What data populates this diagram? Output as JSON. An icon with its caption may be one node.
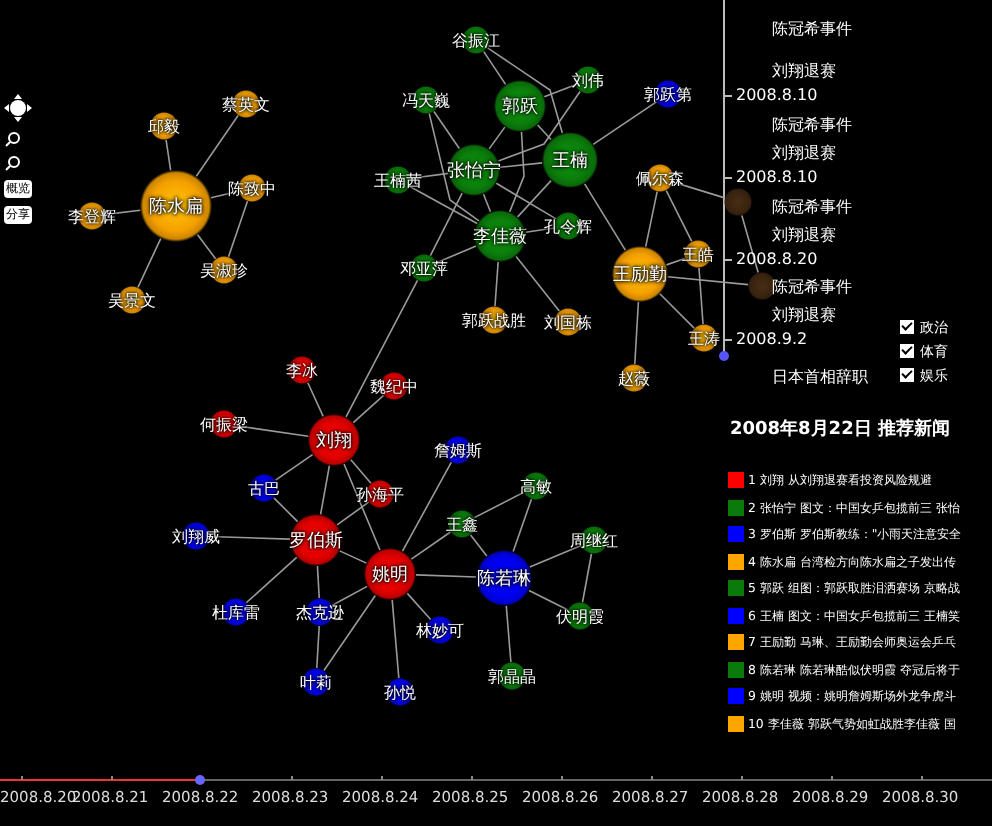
{
  "diagram": {
    "nodes": [
      {
        "text": [
          "陈水扁"
        ]
      },
      {
        "text": [
          "邱毅"
        ]
      },
      {
        "text": [
          "蔡英文"
        ]
      },
      {
        "text": [
          "李登辉"
        ]
      },
      {
        "text": [
          "陈致中"
        ]
      },
      {
        "text": [
          "吴淑珍"
        ]
      },
      {
        "text": [
          "吴景文"
        ]
      },
      {
        "text": [
          "谷振江"
        ]
      },
      {
        "text": [
          "刘伟"
        ]
      },
      {
        "text": [
          "冯天巍"
        ]
      },
      {
        "text": [
          "郭跃"
        ]
      },
      {
        "text": [
          "郭跃第"
        ]
      },
      {
        "text": [
          "张怡宁"
        ]
      },
      {
        "text": [
          "王楠"
        ]
      },
      {
        "text": [
          "王楠茜"
        ]
      },
      {
        "text": [
          "李佳薇"
        ]
      },
      {
        "text": [
          "孔令辉"
        ]
      },
      {
        "text": [
          "邓亚萍"
        ]
      },
      {
        "text": [
          "佩尔森"
        ]
      },
      {
        "text": [],
        "shape": "circle"
      },
      {
        "text": [
          "王励勤"
        ]
      },
      {
        "text": [
          "王皓"
        ]
      },
      {
        "text": [],
        "shape": "circle"
      },
      {
        "text": [
          "郭跃战胜"
        ]
      },
      {
        "text": [
          "刘国栋"
        ]
      },
      {
        "text": [
          "王涛"
        ]
      },
      {
        "text": [
          "赵薇"
        ]
      },
      {
        "text": [
          "李冰"
        ]
      },
      {
        "text": [
          "魏纪中"
        ]
      },
      {
        "text": [
          "何振梁"
        ]
      },
      {
        "text": [
          "刘翔"
        ]
      },
      {
        "text": [
          "古巴"
        ]
      },
      {
        "text": [
          "孙海平"
        ]
      },
      {
        "text": [
          "詹姆斯"
        ]
      },
      {
        "text": [
          "刘翔威"
        ]
      },
      {
        "text": [
          "罗伯斯"
        ]
      },
      {
        "text": [
          "王鑫"
        ]
      },
      {
        "text": [
          "高敏"
        ]
      },
      {
        "text": [
          "姚明"
        ]
      },
      {
        "text": [
          "陈若琳"
        ]
      },
      {
        "text": [
          "周继红"
        ]
      },
      {
        "text": [
          "杜库雷"
        ]
      },
      {
        "text": [
          "杰克逊"
        ]
      },
      {
        "text": [
          "林妙可"
        ]
      },
      {
        "text": [
          "伏明霞"
        ]
      },
      {
        "text": [
          "叶莉"
        ]
      },
      {
        "text": [
          "孙悦"
        ]
      },
      {
        "text": [
          "郭晶晶"
        ]
      }
    ],
    "edges": [
      {
        "from": 0,
        "to": 1,
        "arrow": "none"
      },
      {
        "from": 0,
        "to": 2,
        "arrow": "none"
      },
      {
        "from": 0,
        "to": 3,
        "arrow": "none"
      },
      {
        "from": 0,
        "to": 4,
        "arrow": "none"
      },
      {
        "from": 0,
        "to": 5,
        "arrow": "none"
      },
      {
        "from": 0,
        "to": 6,
        "arrow": "none"
      },
      {
        "from": 4,
        "to": 5,
        "arrow": "none"
      },
      {
        "from": 7,
        "to": 10,
        "arrow": "none"
      },
      {
        "from": 7,
        "to": 13,
        "arrow": "none"
      },
      {
        "from": 8,
        "to": 10,
        "arrow": "none"
      },
      {
        "from": 8,
        "to": 12,
        "arrow": "none"
      },
      {
        "from": 9,
        "to": 12,
        "arrow": "none"
      },
      {
        "from": 9,
        "to": 15,
        "arrow": "none"
      },
      {
        "from": 10,
        "to": 12,
        "arrow": "none"
      },
      {
        "from": 10,
        "to": 15,
        "arrow": "none"
      },
      {
        "from": 10,
        "to": 13,
        "arrow": "none"
      },
      {
        "from": 13,
        "to": 12,
        "arrow": "none"
      },
      {
        "from": 13,
        "to": 15,
        "arrow": "none"
      },
      {
        "from": 13,
        "to": 20,
        "arrow": "none"
      },
      {
        "from": 13,
        "to": 11,
        "arrow": "none"
      },
      {
        "from": 14,
        "to": 12,
        "arrow": "none"
      },
      {
        "from": 14,
        "to": 15,
        "arrow": "none"
      },
      {
        "from": 12,
        "to": 15,
        "arrow": "none"
      },
      {
        "from": 12,
        "to": 16,
        "arrow": "none"
      },
      {
        "from": 15,
        "to": 16,
        "arrow": "none"
      },
      {
        "from": 15,
        "to": 17,
        "arrow": "none"
      },
      {
        "from": 12,
        "to": 17,
        "arrow": "none"
      },
      {
        "from": 15,
        "to": 23,
        "arrow": "none"
      },
      {
        "from": 15,
        "to": 24,
        "arrow": "none"
      },
      {
        "from": 17,
        "to": 30,
        "arrow": "none"
      },
      {
        "from": 20,
        "to": 18,
        "arrow": "none"
      },
      {
        "from": 20,
        "to": 21,
        "arrow": "none"
      },
      {
        "from": 20,
        "to": 25,
        "arrow": "none"
      },
      {
        "from": 20,
        "to": 26,
        "arrow": "none"
      },
      {
        "from": 20,
        "to": 22,
        "arrow": "none"
      },
      {
        "from": 18,
        "to": 19,
        "arrow": "none"
      },
      {
        "from": 18,
        "to": 21,
        "arrow": "none"
      },
      {
        "from": 21,
        "to": 25,
        "arrow": "none"
      },
      {
        "from": 19,
        "to": 22,
        "arrow": "none"
      },
      {
        "from": 30,
        "to": 27,
        "arrow": "none"
      },
      {
        "from": 30,
        "to": 28,
        "arrow": "none"
      },
      {
        "from": 30,
        "to": 29,
        "arrow": "none"
      },
      {
        "from": 30,
        "to": 31,
        "arrow": "none"
      },
      {
        "from": 30,
        "to": 35,
        "arrow": "none"
      },
      {
        "from": 30,
        "to": 32,
        "arrow": "none"
      },
      {
        "from": 30,
        "to": 38,
        "arrow": "none"
      },
      {
        "from": 35,
        "to": 34,
        "arrow": "none"
      },
      {
        "from": 35,
        "to": 41,
        "arrow": "none"
      },
      {
        "from": 35,
        "to": 42,
        "arrow": "none"
      },
      {
        "from": 35,
        "to": 38,
        "arrow": "none"
      },
      {
        "from": 35,
        "to": 32,
        "arrow": "none"
      },
      {
        "from": 31,
        "to": 35,
        "arrow": "none"
      },
      {
        "from": 38,
        "to": 42,
        "arrow": "none"
      },
      {
        "from": 38,
        "to": 45,
        "arrow": "none"
      },
      {
        "from": 38,
        "to": 46,
        "arrow": "none"
      },
      {
        "from": 38,
        "to": 43,
        "arrow": "none"
      },
      {
        "from": 38,
        "to": 33,
        "arrow": "none"
      },
      {
        "from": 38,
        "to": 36,
        "arrow": "none"
      },
      {
        "from": 38,
        "to": 39,
        "arrow": "none"
      },
      {
        "from": 42,
        "to": 45,
        "arrow": "none"
      },
      {
        "from": 39,
        "to": 36,
        "arrow": "none"
      },
      {
        "from": 39,
        "to": 37,
        "arrow": "none"
      },
      {
        "from": 36,
        "to": 37,
        "arrow": "none"
      },
      {
        "from": 39,
        "to": 40,
        "arrow": "none"
      },
      {
        "from": 39,
        "to": 44,
        "arrow": "none"
      },
      {
        "from": 40,
        "to": 44,
        "arrow": "none"
      },
      {
        "from": 39,
        "to": 47,
        "arrow": "none"
      }
    ],
    "labels": [
      "概览",
      "分享",
      "陈冠希事件",
      "刘翔退赛",
      "2008.8.10",
      "陈冠希事件",
      "刘翔退赛",
      "2008.8.10",
      "陈冠希事件",
      "刘翔退赛",
      "2008.8.20",
      "陈冠希事件",
      "刘翔退赛",
      "2008.9.2",
      "日本首相辞职",
      "政治",
      "体育",
      "娱乐",
      "2008年8月22日 推荐新闻",
      "2008.8.20",
      "2008.8.21",
      "2008.8.22",
      "2008.8.23",
      "2008.8.24",
      "2008.8.25",
      "2008.8.26",
      "2008.8.27",
      "2008.8.28",
      "2008.8.29",
      "2008.8.30"
    ],
    "legend": [
      {
        "text": "1 刘翔 从刘翔退赛看投资风险规避",
        "color": "#ff0000"
      },
      {
        "text": "2 张怡宁 图文：中国女乒包揽前三 张怡",
        "color": "#0a7a0a"
      },
      {
        "text": "3 罗伯斯 罗伯斯教练：\"小雨天注意安全",
        "color": "#0000ff"
      },
      {
        "text": "4 陈水扁 台湾检方向陈水扁之子发出传",
        "color": "#ffa500"
      },
      {
        "text": "5 郭跃 组图：郭跃取胜泪洒赛场 京略战",
        "color": "#0a7a0a"
      },
      {
        "text": "6 王楠 图文：中国女乒包揽前三 王楠笑",
        "color": "#0000ff"
      },
      {
        "text": "7 王励勤 马琳、王励勤会师奥运会乒乓",
        "color": "#ffa500"
      },
      {
        "text": "8 陈若琳 陈若琳酷似伏明霞 夺冠后将于",
        "color": "#0a7a0a"
      },
      {
        "text": "9 姚明 视频：姚明詹姆斯场外龙争虎斗",
        "color": "#0000ff"
      },
      {
        "text": "10 李佳薇 郭跃气势如虹战胜李佳薇 国",
        "color": "#ffa500"
      }
    ]
  }
}
